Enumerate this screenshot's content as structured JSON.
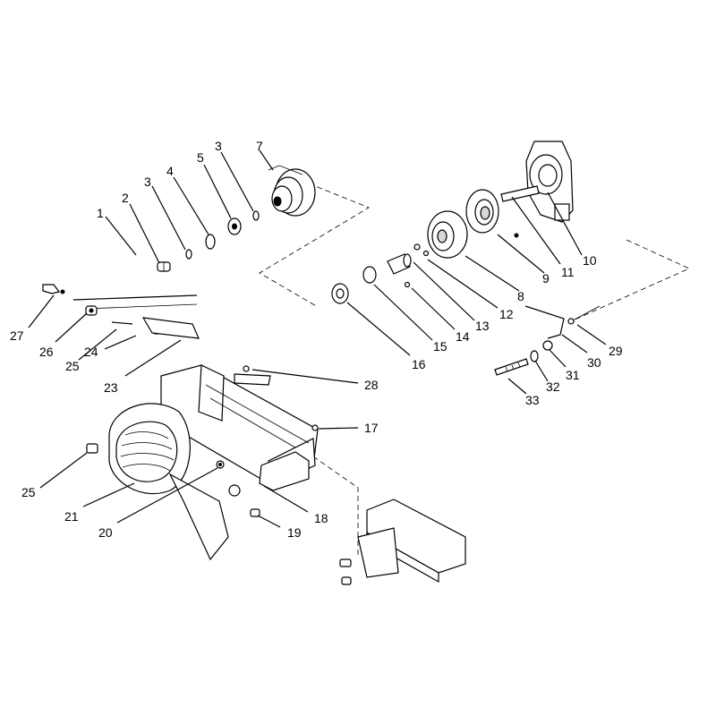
{
  "callouts": {
    "c1": "1",
    "c2": "2",
    "c3a": "3",
    "c4": "4",
    "c5": "5",
    "c3b": "3",
    "c7": "7",
    "c10": "10",
    "c11": "11",
    "c9": "9",
    "c8": "8",
    "c12": "12",
    "c13": "13",
    "c14": "14",
    "c15": "15",
    "c16": "16",
    "c27": "27",
    "c26": "26",
    "c25a": "25",
    "c24": "24",
    "c23": "23",
    "c28": "28",
    "c17": "17",
    "c29": "29",
    "c30": "30",
    "c31": "31",
    "c32": "32",
    "c33": "33",
    "c25b": "25",
    "c21": "21",
    "c20": "20",
    "c18": "18",
    "c19": "19"
  }
}
